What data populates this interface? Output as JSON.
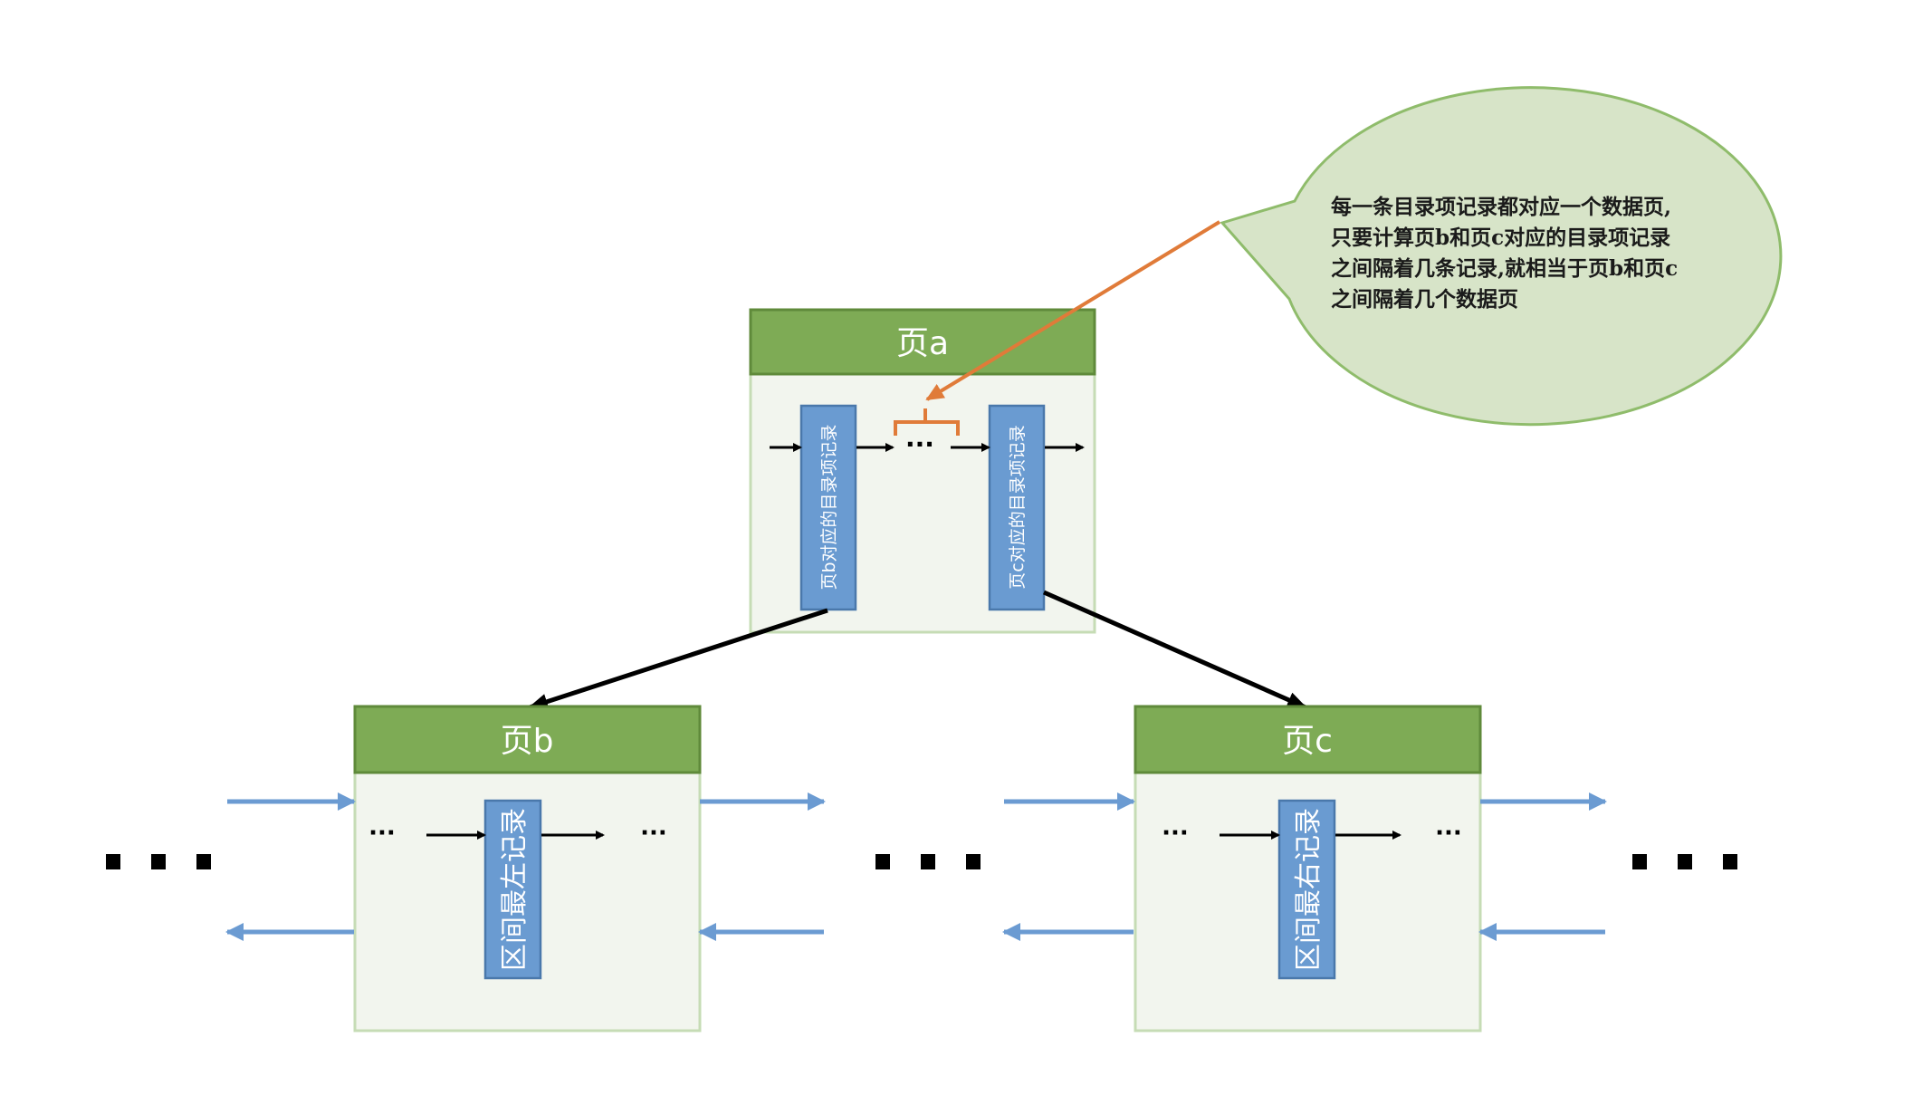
{
  "diagram": {
    "title": "",
    "colors": {
      "header_fill": "#7eab55",
      "header_border": "#5f8a3a",
      "body_fill": "#f2f5ee",
      "body_border": "#c6dcb5",
      "record_fill": "#6a9bd1",
      "record_border": "#4a78ab",
      "link_arrow": "#6b9bd2",
      "pointer_arrow": "#000000",
      "annotation": "#e07b39",
      "callout_fill": "#d7e4c8",
      "callout_border": "#8fbc6b"
    },
    "pages": {
      "a": {
        "title": "页a",
        "records": [
          {
            "label": "页b对应的目录项记录"
          },
          {
            "label": "页c对应的目录项记录"
          }
        ],
        "ellipsis": "···"
      },
      "b": {
        "title": "页b",
        "record": {
          "label": "区间最左记录"
        },
        "ellipsis_left": "···",
        "ellipsis_right": "···"
      },
      "c": {
        "title": "页c",
        "record": {
          "label": "区间最右记录"
        },
        "ellipsis_left": "···",
        "ellipsis_right": "···"
      }
    },
    "callout": {
      "lines": [
        "每一条目录项记录都对应一个数据页,",
        "只要计算页b和页c对应的目录项记录",
        "之间隔着几条记录,就相当于页b和页c",
        "之间隔着几个数据页"
      ]
    },
    "edges": [
      {
        "from": "页b对应的目录项记录",
        "to": "页b"
      },
      {
        "from": "页c对应的目录项记录",
        "to": "页c"
      }
    ]
  }
}
